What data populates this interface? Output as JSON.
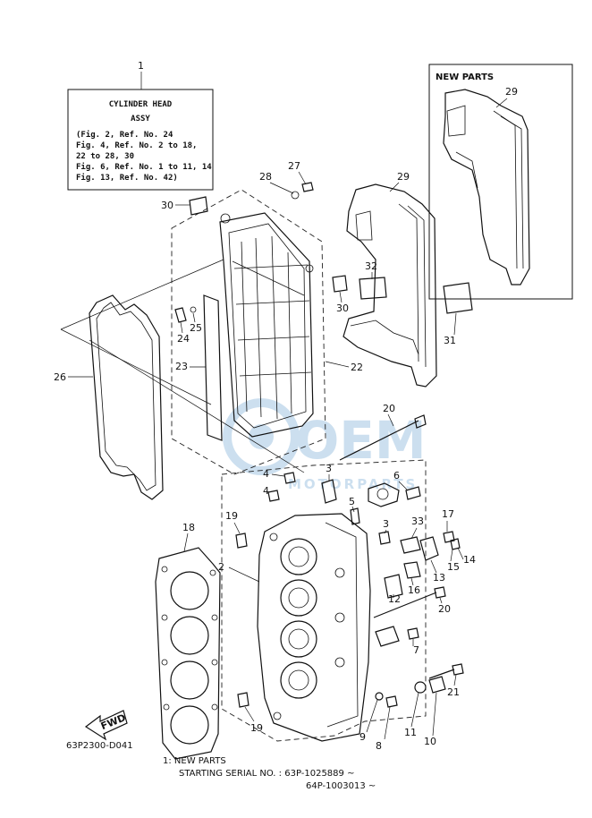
{
  "info_box": {
    "ref": "1",
    "title": "CYLINDER  HEAD",
    "subtitle": "ASSY",
    "lines": [
      "(Fig. 2, Ref. No. 24",
      " Fig. 4, Ref. No. 2 to 18,",
      "             22 to 28, 30",
      " Fig. 6, Ref. No. 1 to 11, 14",
      " Fig. 13, Ref. No. 42)"
    ]
  },
  "new_parts_box": {
    "title": "NEW PARTS",
    "ref": "29"
  },
  "callouts": {
    "c2": "2",
    "c3a": "3",
    "c3b": "3",
    "c4a": "4",
    "c4b": "4",
    "c5": "5",
    "c6": "6",
    "c7": "7",
    "c8": "8",
    "c9": "9",
    "c10": "10",
    "c11": "11",
    "c12": "12",
    "c13": "13",
    "c14": "14",
    "c15": "15",
    "c16": "16",
    "c17": "17",
    "c18": "18",
    "c19a": "19",
    "c19b": "19",
    "c20a": "20",
    "c20b": "20",
    "c21": "21",
    "c22": "22",
    "c23": "23",
    "c24": "24",
    "c25": "25",
    "c26": "26",
    "c27": "27",
    "c28": "28",
    "c29": "29",
    "c30a": "30",
    "c30b": "30",
    "c31": "31",
    "c32": "32",
    "c33": "33"
  },
  "fwd_label": "FWD",
  "diagram_code": "63P2300-D041",
  "footnote": {
    "line1": "1:  NEW PARTS",
    "line2": "STARTING SERIAL NO. : 63P-1025889 ~",
    "line3": "64P-1003013 ~"
  },
  "watermark": {
    "brand": "OEM",
    "sub": "MOTORPARTS",
    "color": "#4a90c8"
  }
}
